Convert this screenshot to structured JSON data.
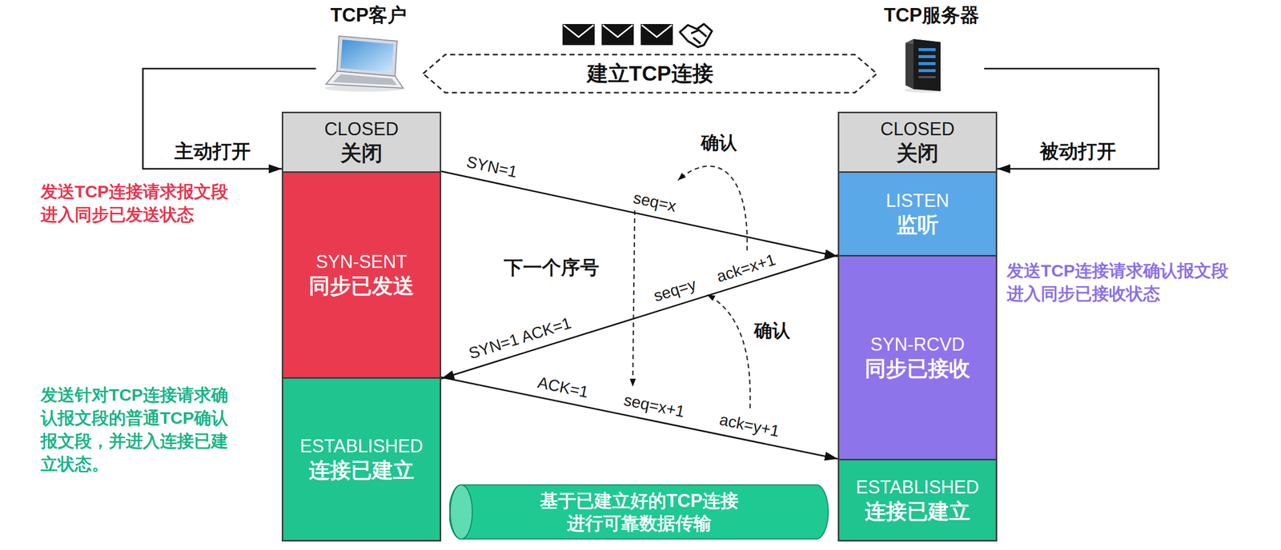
{
  "diagram": {
    "nodes": [
      {
        "text": [
          "TCP客户"
        ]
      },
      {
        "text": [
          "TCP服务器"
        ]
      },
      {
        "text": [
          "CLOSED",
          "关闭"
        ]
      },
      {
        "text": [
          "CLOSED",
          "关闭"
        ]
      },
      {
        "text": [
          "SYN-SENT",
          "同步已发送"
        ]
      },
      {
        "text": [
          "LISTEN",
          "监听"
        ]
      },
      {
        "text": [
          "SYN-RCVD",
          "同步已接收"
        ]
      },
      {
        "text": [
          "ESTABLISHED",
          "连接已建立"
        ]
      },
      {
        "text": [
          "基于已建立好的TCP连接 进行可靠数据传输"
        ]
      },
      {
        "text": [
          "ESTABLISHED",
          "连接已建立"
        ]
      }
    ],
    "edges": [
      {
        "from": 0,
        "to": 1,
        "arrow": "both",
        "label": "建立TCP连接"
      },
      {
        "from": 0,
        "to": 2,
        "arrow": "to",
        "label": "主动打开"
      },
      {
        "from": 1,
        "to": 3,
        "arrow": "to",
        "label": "被动打开"
      },
      {
        "from": 4,
        "to": 5,
        "arrow": "to",
        "label": "SYN=1"
      },
      {
        "from": 6,
        "to": 4,
        "arrow": "to",
        "label": "SYN=1 ACK=1"
      },
      {
        "from": 7,
        "to": 9,
        "arrow": "to",
        "label": "ACK=1"
      }
    ],
    "labels": [
      "发送TCP连接请求报文段 进入同步已发送状态",
      "确认",
      "seq=x",
      "下一个序号",
      "ack=x+1",
      "seq=y",
      "发送TCP连接请求确认报文段 进入同步已接收状态",
      "确认",
      "发送针对TCP连接请求确认报文段的普通TCP确认报文段，并进入连接已建立状态。",
      "seq=x+1",
      "ack=y+1"
    ]
  }
}
